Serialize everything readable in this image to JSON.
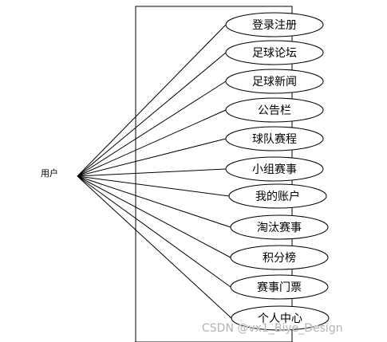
{
  "actor": {
    "label": "用户"
  },
  "use_cases": [
    {
      "id": "login",
      "label": "登录注册"
    },
    {
      "id": "forum",
      "label": "足球论坛"
    },
    {
      "id": "news",
      "label": "足球新闻"
    },
    {
      "id": "bulletin",
      "label": "公告栏"
    },
    {
      "id": "team-schedule",
      "label": "球队赛程"
    },
    {
      "id": "group-match",
      "label": "小组赛事"
    },
    {
      "id": "my-account",
      "label": "我的账户"
    },
    {
      "id": "knockout",
      "label": "淘汰赛事"
    },
    {
      "id": "leaderboard",
      "label": "积分榜"
    },
    {
      "id": "tickets",
      "label": "赛事门票"
    },
    {
      "id": "personal-center",
      "label": "个人中心"
    }
  ],
  "watermark": "CSDN @vx1_Biye_Design"
}
